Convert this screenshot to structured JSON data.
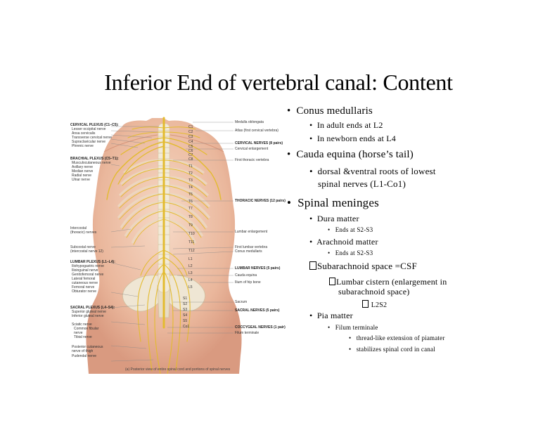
{
  "title": "Inferior End of vertebral canal: Content",
  "bullets": {
    "conus": "Conus medullaris",
    "conus_adult": "In adult ends at L2",
    "conus_newborn": "In newborn ends at L4",
    "cauda": "Cauda equina (horse’s tail)",
    "cauda_desc_1": "dorsal &ventral roots of lowest",
    "cauda_desc_2": "spinal nerves (L1-Co1)",
    "meninges": "Spinal meninges",
    "dura": "Dura matter",
    "dura_end": "Ends at S2-S3",
    "arachnoid": "Arachnoid matter",
    "arachnoid_end": "Ends at S2-S3",
    "subarachnoid": "Subarachnoid space =CSF",
    "cistern_1": "Lumbar cistern (enlargement in",
    "cistern_2": "subarachnoid space)",
    "cistern_level": "L2S2",
    "pia": "Pia matter",
    "filum": "Filum terminale",
    "filum_1": "thread-like extension of piamater",
    "filum_2": "stabilizes spinal cord in canal",
    "bullet_char": "•"
  },
  "figure": {
    "left_labels": [
      "CERVICAL PLEXUS (C1–C5):",
      "Lesser occipital nerve",
      "Ansa cervicalis",
      "Transverse cervical nerve",
      "Supraclavicular nerve",
      "Phrenic nerve",
      "BRACHIAL PLEXUS (C5–T1):",
      "Musculocutaneous nerve",
      "Axillary nerve",
      "Median nerve",
      "Radial nerve",
      "Ulnar nerve",
      "Intercostal",
      "(thoracic) nerves",
      "Subcostal nerve",
      "(intercostal nerve 12)",
      "LUMBAR PLEXUS (L1–L4):",
      "Iliohypogastric nerve",
      "Ilioinguinal nerve",
      "Genitofemoral nerve",
      "Lateral femoral",
      "cutaneous nerve",
      "Femoral nerve",
      "Obturator nerve",
      "SACRAL PLEXUS (L4–S4):",
      "Superior gluteal nerve",
      "Inferior gluteal nerve",
      "Sciatic nerve",
      "Common fibular",
      "nerve",
      "Tibial nerve",
      "Posterior cutaneous",
      "nerve of thigh",
      "Pudendal nerve"
    ],
    "right_labels": [
      "Medulla oblongata",
      "Atlas (first cervical vertebra)",
      "CERVICAL NERVES (8 pairs)",
      "Cervical enlargement",
      "First thoracic vertebra",
      "THORACIC NERVES (12 pairs)",
      "Lumbar enlargement",
      "First lumbar vertebra",
      "Conus medullaris",
      "LUMBAR NERVES (5 pairs)",
      "Cauda equina",
      "Ilium of hip bone",
      "Sacrum",
      "SACRAL NERVES (5 pairs)",
      "COCCYGEAL NERVES (1 pair)",
      "Filum terminale"
    ],
    "vertebra_labels": [
      "C1",
      "C2",
      "C3",
      "C4",
      "C5",
      "C6",
      "C7",
      "C8",
      "T1",
      "T2",
      "T3",
      "T4",
      "T5",
      "T6",
      "T7",
      "T8",
      "T9",
      "T10",
      "T11",
      "T12",
      "L1",
      "L2",
      "L3",
      "L4",
      "L5",
      "S1",
      "S2",
      "S3",
      "S4",
      "S5",
      "Co1"
    ],
    "caption": "(a) Posterior view of entire spinal cord and portions of spinal nerves",
    "colors": {
      "skin": "#f0c8b0",
      "nerve": "#e8c23a",
      "bone": "#ece4d2"
    }
  }
}
